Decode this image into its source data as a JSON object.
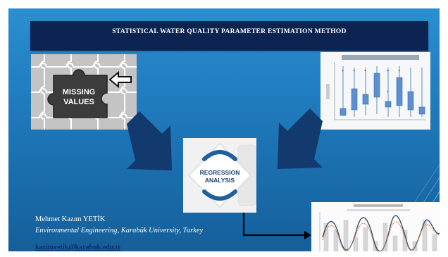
{
  "slide": {
    "title": "STATISTICAL WATER QUALITY PARAMETER ESTIMATION METHOD",
    "background_color": "#1e78ba",
    "title_bar_color": "#0d2452",
    "arrow_color": "#133a6e"
  },
  "images": {
    "puzzle": {
      "line1": "MISSING",
      "line2": "VALUES"
    },
    "regression": {
      "line1": "REGRESSION",
      "line2": "ANALYSIS"
    }
  },
  "author": {
    "name": "Mehmet Kazım YETİK",
    "affiliation": "Environmental Engineering, Karabük University, Turkey",
    "email": "kazimyetik@karabuk.edu.tr"
  }
}
